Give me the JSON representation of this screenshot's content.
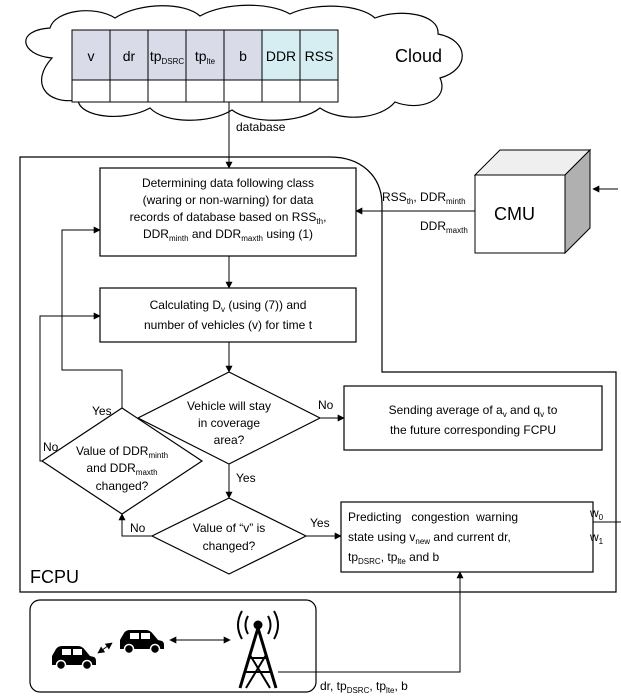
{
  "cloud": {
    "title": "Cloud",
    "database_label": "database",
    "columns": [
      {
        "main": "v",
        "sub": "",
        "fill": "#d9dbe8"
      },
      {
        "main": "dr",
        "sub": "",
        "fill": "#d9dbe8"
      },
      {
        "main": "tp",
        "sub": "DSRC",
        "fill": "#d9dbe8"
      },
      {
        "main": "tp",
        "sub": "lte",
        "fill": "#d9dbe8"
      },
      {
        "main": "b",
        "sub": "",
        "fill": "#d9dbe8"
      },
      {
        "main": "DDR",
        "sub": "",
        "fill": "#d6eef2"
      },
      {
        "main": "RSS",
        "sub": "",
        "fill": "#d6eef2"
      }
    ]
  },
  "cmu": {
    "label": "CMU",
    "rss_label": "RSS",
    "rss_sub": "th",
    "ddrmin_label": "DDR",
    "ddrmin_sub": "minth",
    "ddrmax_label": "DDR",
    "ddrmax_sub": "maxth"
  },
  "fcpu": {
    "label": "FCPU"
  },
  "boxes": {
    "determine": {
      "line1": "Determining data following class",
      "line2": "(waring or non-warning) for data",
      "line3a": "records of database based on RSS",
      "line3sub": "th",
      "line3b": ",",
      "line4a": "DDR",
      "line4sub1": "minth",
      "line4b": " and DDR",
      "line4sub2": "maxth",
      "line4c": " using (1)"
    },
    "calculate": {
      "line1a": "Calculating D",
      "line1sub": "v",
      "line1b": " (using (7)) and",
      "line2": "number of vehicles (v) for time t"
    },
    "sending": {
      "line1a": "Sending average of a",
      "line1sub1": "v",
      "line1b": " and q",
      "line1sub2": "v",
      "line1c": " to",
      "line2": "the future corresponding FCPU"
    },
    "predict": {
      "line1": "Predicting   congestion  warning",
      "line2a": "state using v",
      "line2sub": "new",
      "line2b": " and current dr,",
      "line3a": "tp",
      "line3sub1": "DSRC",
      "line3b": ", tp",
      "line3sub2": "lte",
      "line3c": " and b"
    }
  },
  "diamonds": {
    "stay": {
      "line1": "Vehicle will stay",
      "line2": "in coverage",
      "line3": "area?"
    },
    "ddr": {
      "line1": "Value of DDR",
      "line1sub": "minth",
      "line2": "and DDR",
      "line2sub": "maxth",
      "line3": "changed?"
    },
    "v": {
      "line1": "Value of “v” is",
      "line2": "changed?"
    }
  },
  "flow_labels": {
    "yes_top": "Yes",
    "no_stay": "No",
    "yes_stay": "Yes",
    "no_ddr": "No",
    "no_v": "No",
    "yes_v": "Yes"
  },
  "outputs": {
    "w0": "w",
    "w0sub": "0",
    "w1": "w",
    "w1sub": "1"
  },
  "vehicle_params": {
    "a": "dr, tp",
    "asub": "DSRC",
    "b": ", tp",
    "bsub": "lte",
    "c": ", b"
  }
}
